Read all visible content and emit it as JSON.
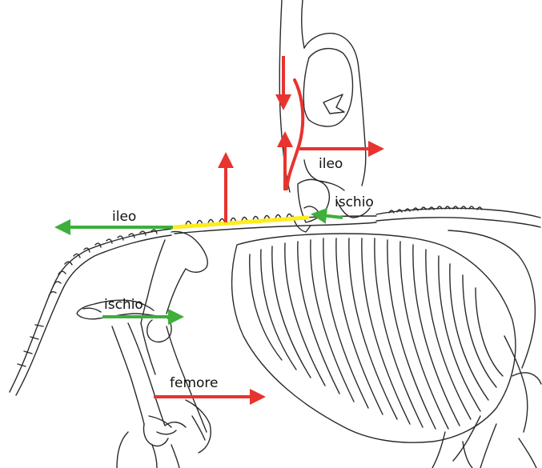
{
  "labels": {
    "ileo_upper": "ileo",
    "ischio_upper": "ischio",
    "ileo_left": "ileo",
    "ischio_lower": "ischio",
    "femore": "femore"
  },
  "colors": {
    "red": "#e8332f",
    "green": "#3fae3b",
    "yellow": "#ffec1a",
    "line": "#2a2a2a"
  }
}
